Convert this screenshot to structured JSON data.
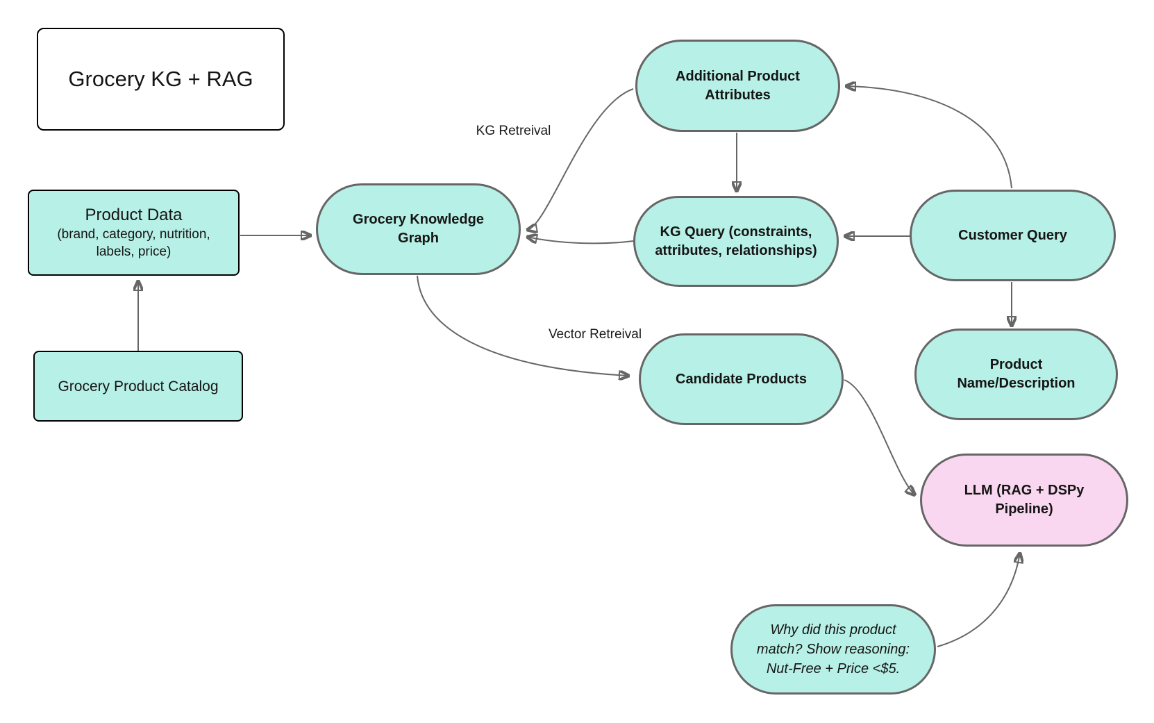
{
  "diagram": {
    "title": "Grocery KG + RAG",
    "nodes": {
      "product_data": {
        "heading": "Product Data",
        "lines": [
          "(brand, category, nutrition,",
          "labels, price)"
        ]
      },
      "grocery_product_catalog": {
        "lines": [
          "Grocery Product Catalog"
        ]
      },
      "grocery_knowledge_graph": {
        "lines": [
          "Grocery Knowledge",
          "Graph"
        ]
      },
      "additional_product_attributes": {
        "lines": [
          "Additional Product",
          "Attributes"
        ]
      },
      "kg_query": {
        "lines": [
          "KG Query (constraints,",
          "attributes, relationships)"
        ]
      },
      "customer_query": {
        "lines": [
          "Customer Query"
        ]
      },
      "product_name_description": {
        "lines": [
          "Product",
          "Name/Description"
        ]
      },
      "candidate_products": {
        "lines": [
          "Candidate Products"
        ]
      },
      "llm": {
        "lines": [
          "LLM (RAG + DSPy",
          "Pipeline)"
        ]
      },
      "reasoning_prompt": {
        "lines": [
          "Why did this product",
          "match? Show reasoning:",
          "Nut-Free + Price <$5."
        ]
      }
    },
    "edge_labels": {
      "kg_retrieval": "KG Retreival",
      "vector_retrieval": "Vector Retreival"
    },
    "colors": {
      "node_teal": "#b7f0e6",
      "node_pink": "#fad7f0",
      "connector_gray": "#666666",
      "rect_border_black": "#000000",
      "canvas_white": "#ffffff"
    }
  }
}
